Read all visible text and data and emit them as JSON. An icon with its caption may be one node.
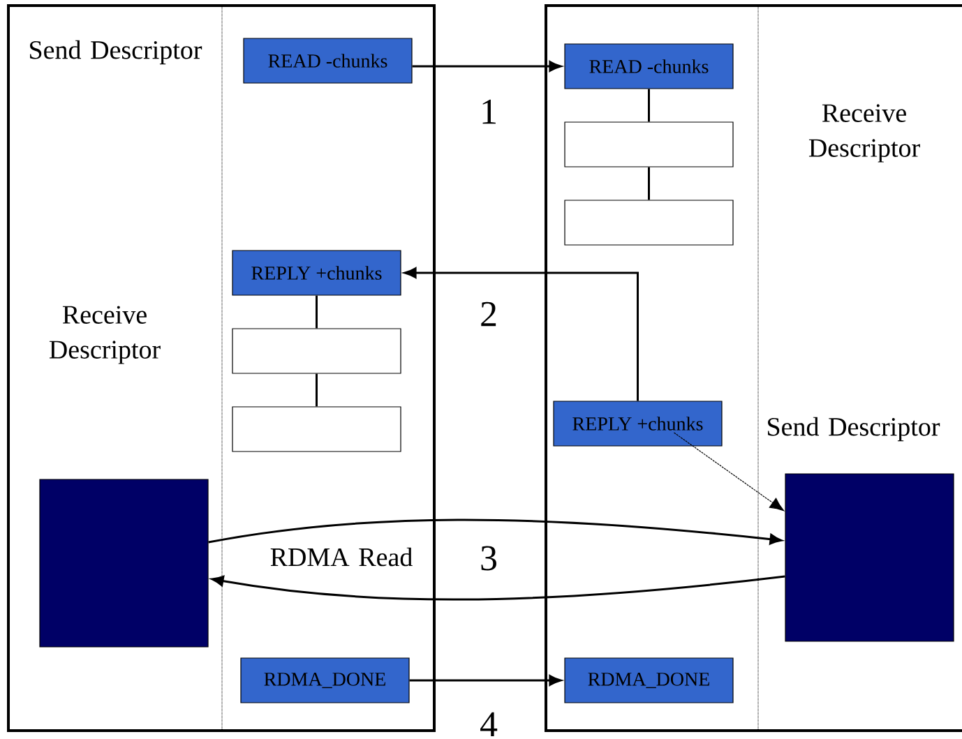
{
  "diagram": {
    "nodes": [
      {
        "text": [],
        "shape": "box"
      },
      {
        "text": [
          "READ -chunks"
        ],
        "in": 0
      },
      {
        "text": [
          "REPLY +chunks"
        ],
        "in": 0
      },
      {
        "text": [],
        "shape": "box",
        "in": 0
      },
      {
        "text": [],
        "shape": "box",
        "in": 0
      },
      {
        "text": [],
        "shape": "box",
        "in": 0
      },
      {
        "text": [
          "RDMA_DONE"
        ],
        "in": 0
      },
      {
        "text": [],
        "shape": "box"
      },
      {
        "text": [
          "READ -chunks"
        ],
        "in": 7
      },
      {
        "text": [],
        "shape": "box",
        "in": 7
      },
      {
        "text": [],
        "shape": "box",
        "in": 7
      },
      {
        "text": [
          "REPLY +chunks"
        ],
        "in": 7
      },
      {
        "text": [],
        "shape": "box",
        "in": 7
      },
      {
        "text": [
          "RDMA_DONE"
        ],
        "in": 7
      }
    ],
    "edges": [
      {
        "from": 1,
        "to": 8,
        "arrow": "to"
      },
      {
        "from": 8,
        "to": 9,
        "arrow": "none"
      },
      {
        "from": 9,
        "to": 10,
        "arrow": "none"
      },
      {
        "from": 11,
        "to": 2,
        "arrow": "to"
      },
      {
        "from": 2,
        "to": 3,
        "arrow": "none"
      },
      {
        "from": 3,
        "to": 4,
        "arrow": "none"
      },
      {
        "from": 11,
        "to": 12,
        "arrow": "to",
        "style": "dashed"
      },
      {
        "from": 5,
        "to": 12,
        "arrow": "to"
      },
      {
        "from": 12,
        "to": 5,
        "arrow": "to"
      },
      {
        "from": 6,
        "to": 13,
        "arrow": "to"
      }
    ],
    "labels": [
      "Send Descriptor",
      "Receive Descriptor",
      "1",
      "Receive Descriptor",
      "2",
      "Send Descriptor",
      "RDMA Read",
      "3",
      "4"
    ]
  }
}
